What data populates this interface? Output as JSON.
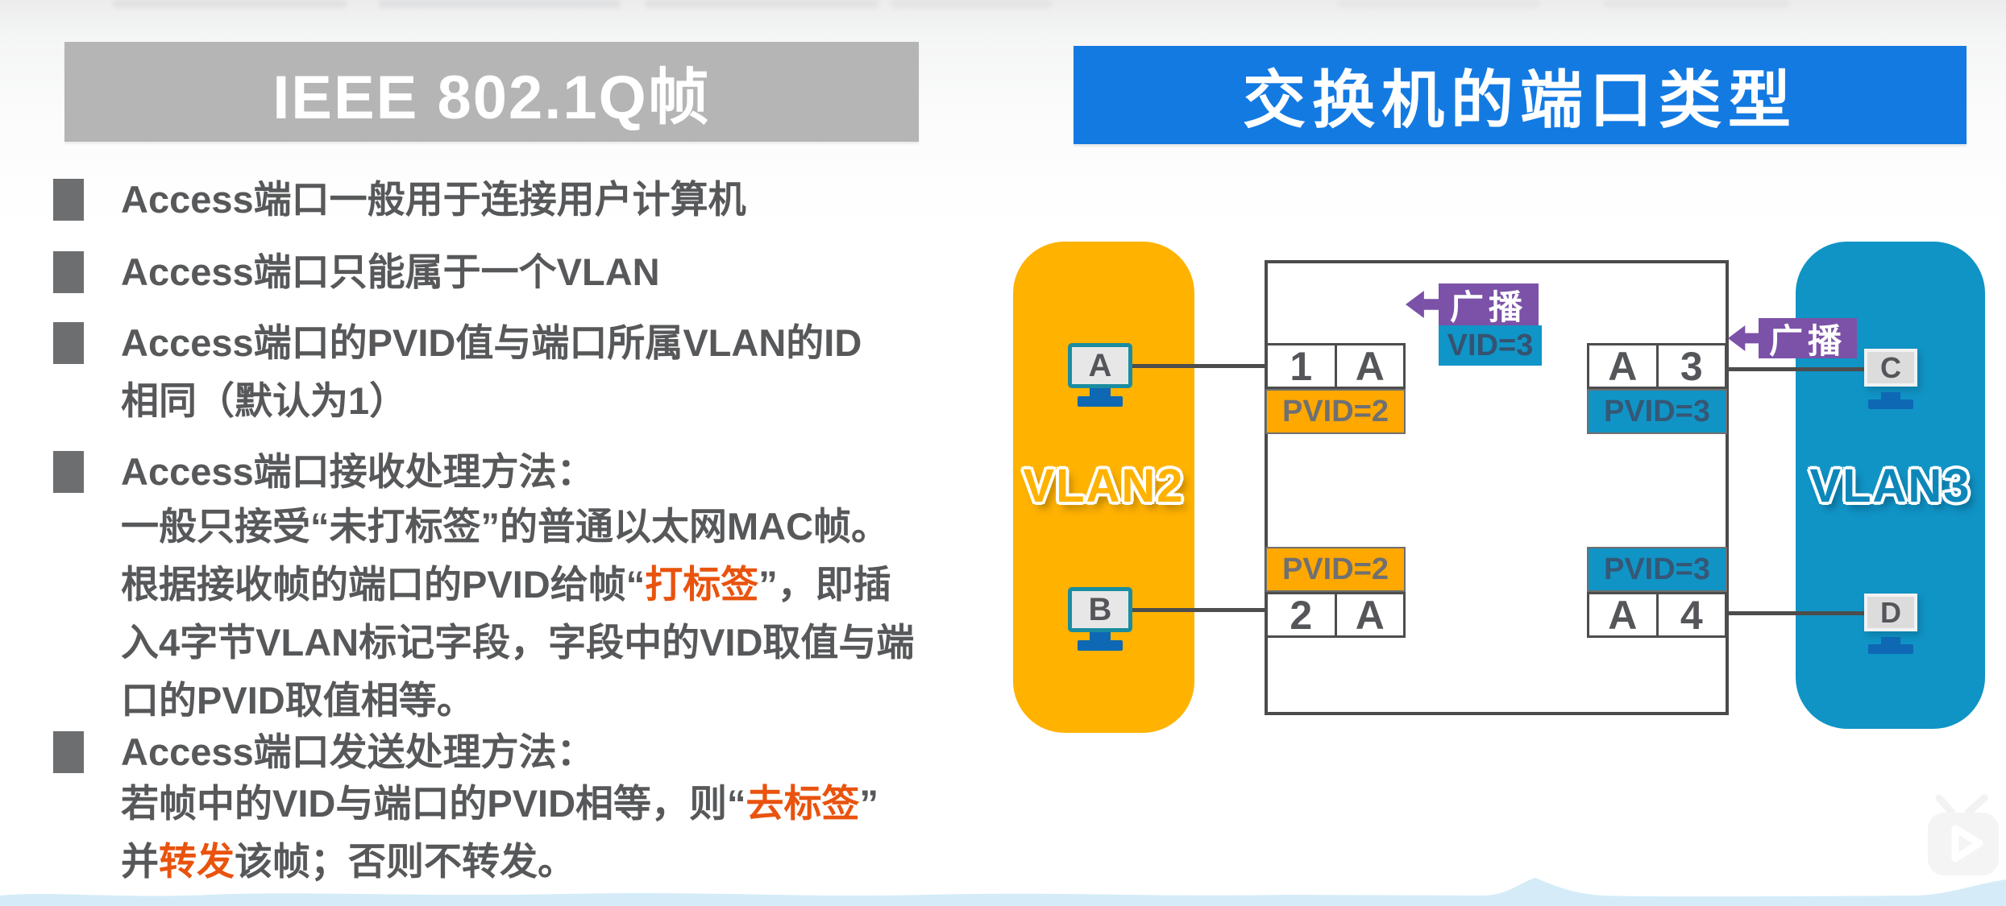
{
  "left": {
    "title": "IEEE 802.1Q帧",
    "bullet1": "Access端口一般用于连接用户计算机",
    "bullet2": "Access端口只能属于一个VLAN",
    "bullet3_line1": "Access端口的PVID值与端口所属VLAN的ID",
    "bullet3_line2": "相同（默认为1）",
    "bullet4": "Access端口接收处理方法：",
    "recv_line1": "一般只接受“未打标签”的普通以太网MAC帧。",
    "recv_line2_pre": "根据接收帧的端口的PVID给帧“",
    "recv_line2_hl": "打标签",
    "recv_line2_post": "”，即插",
    "recv_line3": "入4字节VLAN标记字段，字段中的VID取值与端",
    "recv_line4": "口的PVID取值相等。",
    "bullet5": "Access端口发送处理方法：",
    "send_line1_pre": "若帧中的VID与端口的PVID相等，则“",
    "send_line1_hl": "去标签",
    "send_line1_post": "”",
    "send_line2_pre": "并",
    "send_line2_hl": "转发",
    "send_line2_post": "该帧；否则不转发。"
  },
  "right": {
    "title": "交换机的端口类型",
    "vlan2": {
      "label": "VLAN2"
    },
    "vlan3": {
      "label": "VLAN3"
    },
    "hosts": {
      "a": "A",
      "b": "B",
      "c": "C",
      "d": "D"
    },
    "ports": {
      "p1": {
        "num": "1",
        "mode": "A",
        "pvid": "PVID=2"
      },
      "p2": {
        "num": "2",
        "mode": "A",
        "pvid": "PVID=2"
      },
      "p3": {
        "mode": "A",
        "num": "3",
        "pvid": "PVID=3"
      },
      "p4": {
        "mode": "A",
        "num": "4",
        "pvid": "PVID=3"
      }
    },
    "broadcast_top": {
      "label": "广播",
      "tag": "VID=3"
    },
    "broadcast_right": {
      "label": "广播"
    }
  },
  "colors": {
    "left_banner": "#b5b5b5",
    "right_banner": "#137ae2",
    "vlan2": "#ffb200",
    "vlan3": "#1094c6",
    "pvid2_bg": "#ffa800",
    "pvid3_bg": "#1094c6",
    "broadcast_bg": "#7b52a8",
    "vid_tag_bg": "#1095c8",
    "highlight_text": "#e9530e",
    "body_text": "#57585a"
  },
  "icons": {
    "hosts": "monitor-icon",
    "broadcast_arrow": "left-arrow-icon",
    "watermark": "tv-play-icon"
  }
}
